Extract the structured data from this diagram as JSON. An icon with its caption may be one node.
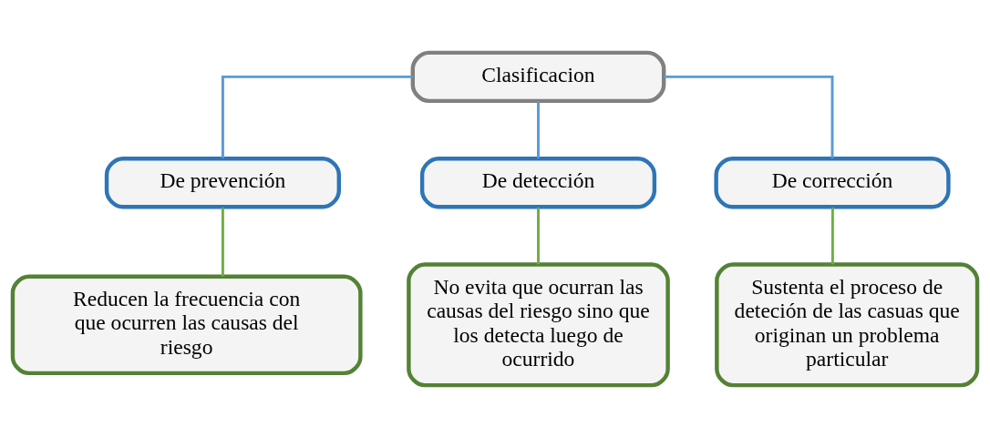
{
  "diagram": {
    "nodes": [
      {
        "text": [
          "Clasificacion"
        ]
      },
      {
        "text": [
          "De prevención"
        ]
      },
      {
        "text": [
          "De detección"
        ]
      },
      {
        "text": [
          "De corrección"
        ]
      },
      {
        "text": [
          "Reducen la frecuencia con que ocurren las causas del riesgo"
        ]
      },
      {
        "text": [
          "No evita que ocurran las causas del riesgo sino que los detecta luego de ocurrido"
        ]
      },
      {
        "text": [
          "Sustenta el proceso de deteción de las casuas que originan un problema particular"
        ]
      }
    ],
    "edges": [
      {
        "from": 0,
        "to": 1,
        "arrow": "none",
        "color": "#5b9bd5"
      },
      {
        "from": 0,
        "to": 2,
        "arrow": "none",
        "color": "#5b9bd5"
      },
      {
        "from": 0,
        "to": 3,
        "arrow": "none",
        "color": "#5b9bd5"
      },
      {
        "from": 1,
        "to": 4,
        "arrow": "none",
        "color": "#70ad47"
      },
      {
        "from": 2,
        "to": 5,
        "arrow": "none",
        "color": "#70ad47"
      },
      {
        "from": 3,
        "to": 6,
        "arrow": "none",
        "color": "#70ad47"
      }
    ]
  }
}
